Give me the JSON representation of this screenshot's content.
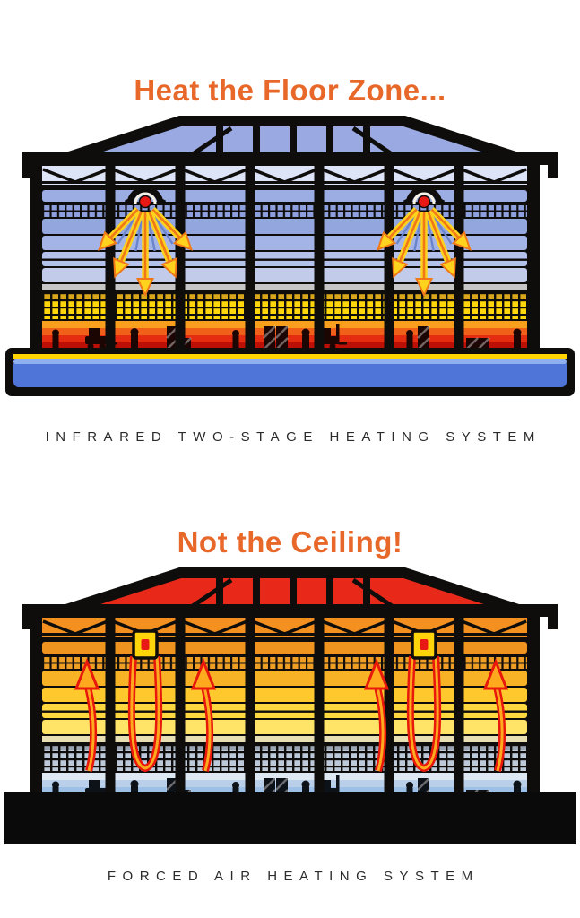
{
  "sections": [
    {
      "id": "infrared",
      "title": "Heat the Floor Zone...",
      "caption": "INFRARED TWO-STAGE HEATING SYSTEM",
      "system": "infrared two-stage heaters",
      "heater_count": 2,
      "heat_flow": "radiant heat directed downward to the floor",
      "warm_zone": "floor",
      "cool_zone": "ceiling"
    },
    {
      "id": "forced-air",
      "title": "Not the Ceiling!",
      "caption": "FORCED AIR HEATING SYSTEM",
      "system": "forced air unit heaters",
      "heater_count": 2,
      "heat_flow": "warm air rises and collects at the ceiling",
      "warm_zone": "ceiling",
      "cool_zone": "floor"
    }
  ],
  "colors": {
    "global": {
      "page-bg": "#ffffff",
      "title": "#e8682a",
      "caption": "#2b2b2b",
      "outline": "#0e0d0b"
    },
    "cold": {
      "gable": "#9aa9e2",
      "truss": "#dde4f7",
      "slat1": "#9bade3",
      "grid1": "#8d9fdc",
      "slat2": "#94a6de",
      "slat3": "#a4b4e6",
      "slat4": "#b4c1ea",
      "slat5": "#c2cbe9",
      "trans": "#c6c6c6",
      "grid2-top": "#d8a61a",
      "grid2": "#ffd60a",
      "floor1": "#f8a01e",
      "floor2": "#f06018",
      "floor3": "#e32c10",
      "floor4": "#bc0f06",
      "sil": "#1c0603",
      "ray": "#ffd21e",
      "ray-core": "#f07818",
      "ray-alt": "#6b85cc",
      "bulb": "#e81814",
      "dome-inner": "#f7f2e4",
      "slab-stripe": "#ffd400",
      "slab-main": "#5075d8",
      "slab-hi": "#8fb0f0"
    },
    "hot": {
      "gable": "#e8291a",
      "truss": "#f49020",
      "slat1": "#ef941e",
      "grid1": "#ee9e24",
      "slat2": "#f8b226",
      "slat3": "#ffc92e",
      "slat4": "#ffd840",
      "slat5": "#ffe468",
      "trans": "#e8deb4",
      "grid2-top": "#9aa4b2",
      "grid2": "#bdc9d9",
      "floor1": "#dde8f3",
      "floor2": "#b9cfea",
      "floor3": "#9fc0e6",
      "floor4": "#8cace0",
      "sil": "#0d1118",
      "arrow-main": "#e8180a",
      "arrow-core": "#ffaa1e",
      "box": "#ffd40a",
      "bulb": "#e81814",
      "slab": "#0a0a0a"
    }
  }
}
